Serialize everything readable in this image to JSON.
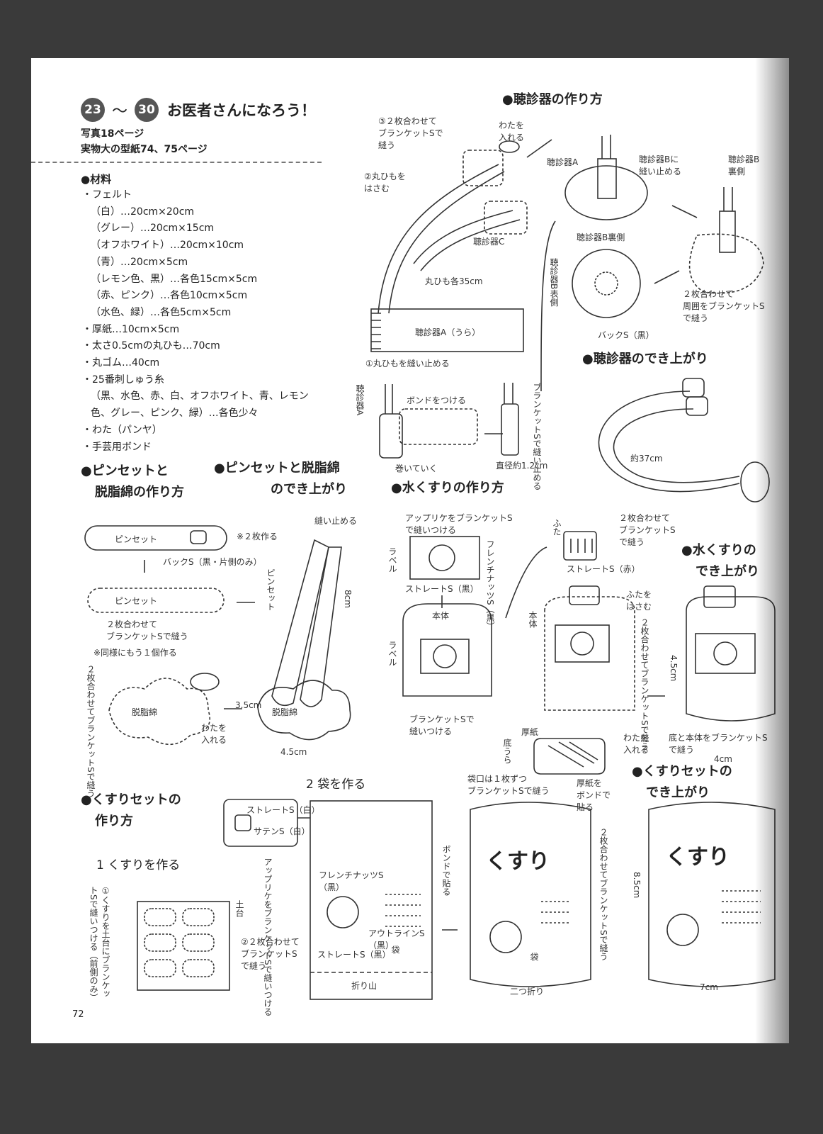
{
  "header": {
    "badge_start": "23",
    "tilde": "〜",
    "badge_end": "30",
    "title": "お医者さんになろう！",
    "photo_ref": "写真18ページ",
    "pattern_ref": "実物大の型紙74、75ページ"
  },
  "materials": {
    "heading": "●材料",
    "items": [
      "・フェルト",
      "（白）…20cm×20cm",
      "（グレー）…20cm×15cm",
      "（オフホワイト）…20cm×10cm",
      "（青）…20cm×5cm",
      "（レモン色、黒）…各色15cm×5cm",
      "（赤、ピンク）…各色10cm×5cm",
      "（水色、緑）…各色5cm×5cm",
      "・厚紙…10cm×5cm",
      "・太さ0.5cmの丸ひも…70cm",
      "・丸ゴム…40cm",
      "・25番刺しゅう糸",
      "（黒、水色、赤、白、オフホワイト、青、レモン",
      "色、グレー、ピンク、緑）…各色少々",
      "・わた（パンヤ）",
      "・手芸用ボンド"
    ]
  },
  "sections": {
    "stetho_how": "●聴診器の作り方",
    "stetho_done": "●聴診器のでき上がり",
    "tweezer_how_1": "●ピンセットと",
    "tweezer_how_2": "脱脂綿の作り方",
    "tweezer_done_1": "●ピンセットと脱脂綿",
    "tweezer_done_2": "のでき上がり",
    "liquid_how": "●水くすりの作り方",
    "liquid_done_1": "●水くすりの",
    "liquid_done_2": "でき上がり",
    "kit_how_1": "●くすりセットの",
    "kit_how_2": "作り方",
    "kit_done_1": "●くすりセットの",
    "kit_done_2": "でき上がり",
    "step1": "1 くすりを作る",
    "step2": "2 袋を作る"
  },
  "stetho": {
    "n3": "③２枚合わせて\nブランケットSで\n縫う",
    "wata": "わたを\n入れる",
    "n2": "②丸ひもを\nはさむ",
    "partA": "聴診器A",
    "partB_attach": "聴診器Bに\n縫い止める",
    "partB_back_label": "聴診器B\n裏側",
    "partC": "聴診器C",
    "cord": "丸ひも各35cm",
    "partB_back": "聴診器B裏側",
    "partB_front": "聴診器B表側",
    "back_s": "バックS（黒）",
    "two_layers": "２枚合わせて\n周囲をブランケットS\nで縫う",
    "partA_back": "聴診器A（うら）",
    "n1": "①丸ひもを縫い止める",
    "partA_v": "聴診器A",
    "bond": "ボンドをつける",
    "wrap": "巻いていく",
    "sew_stop": "ブランケットSで縫い止める",
    "diam": "直径約1.2cm",
    "length": "約37cm"
  },
  "tweezer": {
    "label": "ピンセット",
    "make2": "※２枚作る",
    "back_s": "バックS（黒・片側のみ）",
    "sew": "縫い止める",
    "label_v": "ピンセット",
    "len": "8cm",
    "two_layers": "２枚合わせて\nブランケットSで縫う",
    "make_one_more": "※同様にもう１個作る",
    "cotton_v": "２枚合わせてブランケットSで縫う",
    "cotton": "脱脂綿",
    "wata": "わたを\n入れる",
    "h": "3.5cm",
    "w": "4.5cm"
  },
  "liquid": {
    "applique": "アップリケをブランケットS\nで縫いつける",
    "label_v": "ラベル",
    "french_v": "フレンチナッツS（黒）",
    "straight_black": "ストレートS（黒）",
    "body": "本体",
    "label_v2": "ラベル",
    "blanket": "ブランケットSで\n縫いつける",
    "lid_v": "ふた",
    "lid_two": "２枚合わせて\nブランケットS\nで縫う",
    "straight_red": "ストレートS（赤）",
    "lid_hold": "ふたを\nはさむ",
    "body_v": "本体",
    "two_layers_v": "２枚合わせてブランケットSで縫う",
    "h": "4.5cm",
    "cardboard": "厚紙",
    "bottom_v": "底うら",
    "glue_card": "厚紙を\nボンドで\n貼る",
    "wata": "わたを\n入れる",
    "bottom_sew": "底と本体をブランケットS\nで縫う",
    "w": "4cm"
  },
  "kit": {
    "straight_white": "ストレートS（白）",
    "satin_white": "サテンS（白）",
    "n1_v": "①くすりを土台にブランケットSで縫いつける（前側のみ）",
    "base_v": "土台",
    "n2": "②２枚合わせて\nブランケットS\nで縫う",
    "applique_v": "アップリケをブランケットSで縫いつける",
    "french": "フレンチナッツS\n（黒）",
    "outline": "アウトラインS\n（黒）",
    "straight_black": "ストレートS（黒）",
    "bag_v": "袋",
    "fold": "折り山",
    "bond_v": "ボンドで貼る",
    "mouth": "袋口は１枚ずつ\nブランケットSで縫う",
    "two_layers_v": "２枚合わせてブランケットSで縫う",
    "kusuri": "くすり",
    "bag2_v": "袋",
    "fold2": "二つ折り",
    "h": "8.5cm",
    "w": "7cm"
  },
  "footer": {
    "page_no": "72"
  }
}
